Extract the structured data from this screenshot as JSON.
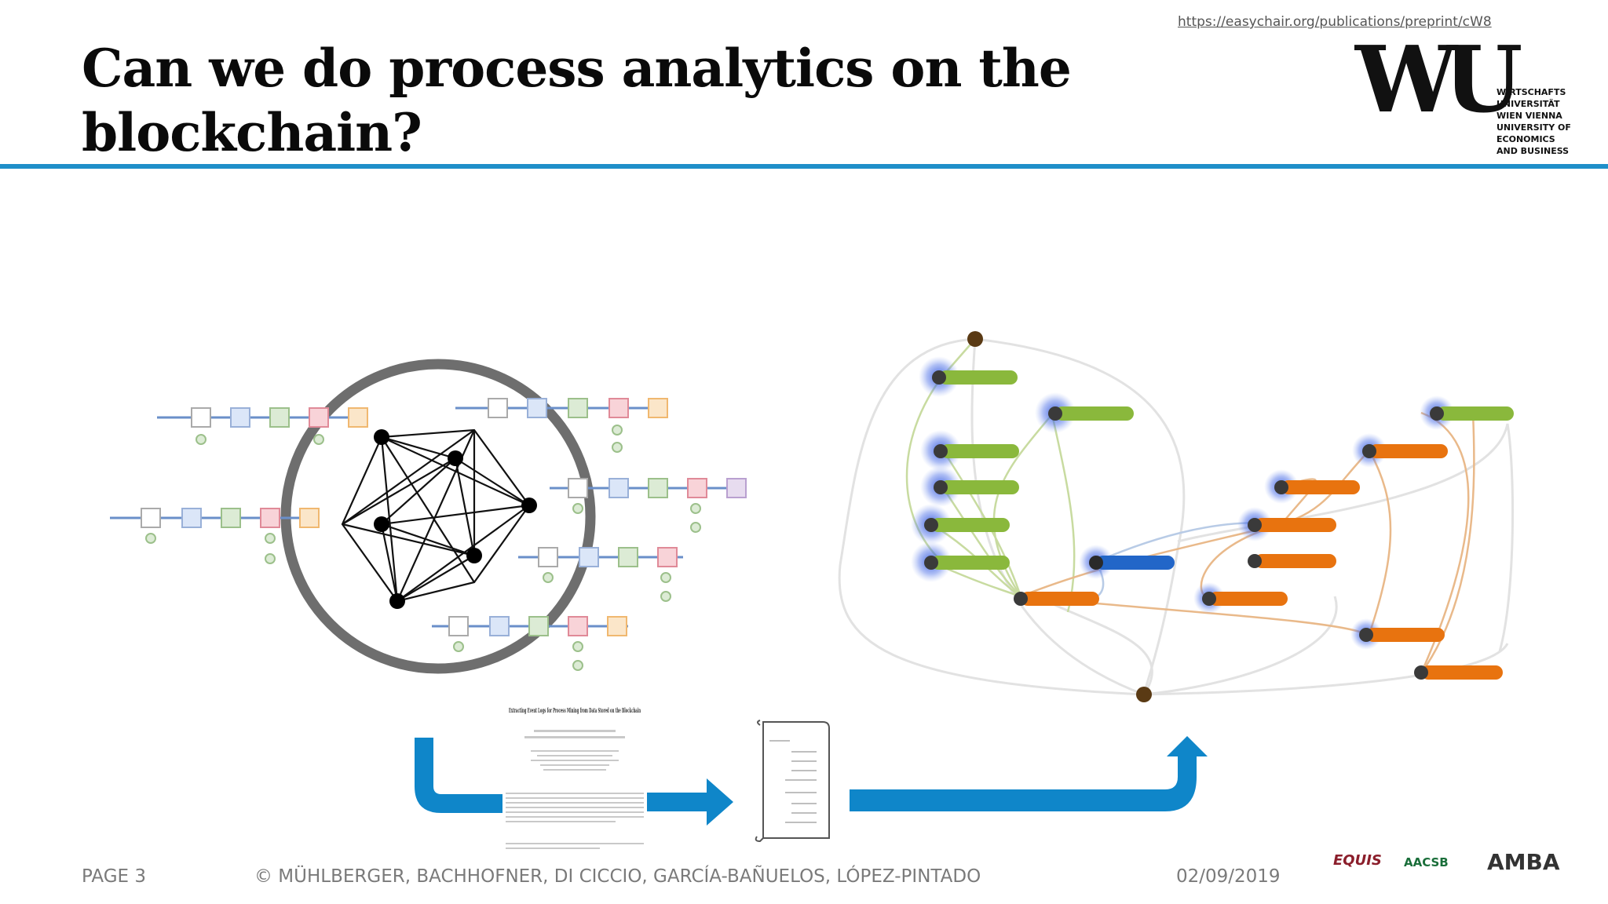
{
  "header": {
    "url": "https://easychair.org/publications/preprint/cW8",
    "title": "Can we do process analytics on the blockchain?",
    "logo_mark": "WU",
    "logo_lines": [
      "WIRTSCHAFTS",
      "UNIVERSITÄT",
      "WIEN VIENNA",
      "UNIVERSITY OF",
      "ECONOMICS",
      "AND BUSINESS"
    ],
    "accent_color": "#1f8fc9"
  },
  "figure": {
    "paper_title": "Extracting Event Logs for Process Mining from Data Stored on the Blockchain",
    "arrow_color": "#0f86c9",
    "node_colors": {
      "green": "#8ab83c",
      "orange": "#e8730f",
      "blue": "#2266c8",
      "dark": "#5a3a14"
    }
  },
  "footer": {
    "page": "PAGE 3",
    "authors": "© MÜHLBERGER, BACHHOFNER, DI CICCIO, GARCÍA-BAÑUELOS, LÓPEZ-PINTADO",
    "date": "02/09/2019",
    "badges": [
      "EQUIS",
      "AACSB",
      "AMBA"
    ]
  }
}
